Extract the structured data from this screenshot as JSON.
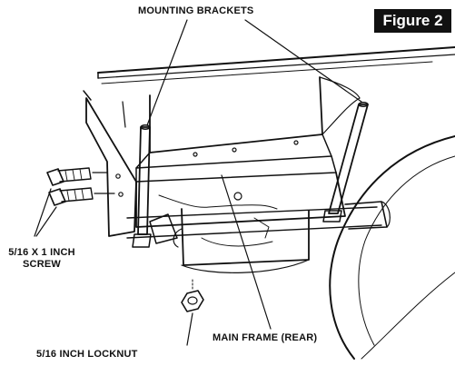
{
  "figure_label": "Figure 2",
  "callouts": {
    "mounting_brackets": "MOUNTING BRACKETS",
    "screw_line1": "5/16 X 1 INCH",
    "screw_line2": "SCREW",
    "main_frame": "MAIN FRAME (REAR)",
    "locknut": "5/16 INCH LOCKNUT"
  },
  "colors": {
    "ink": "#111111",
    "badge_background": "#111111",
    "badge_text": "#ffffff",
    "paper": "#ffffff"
  }
}
